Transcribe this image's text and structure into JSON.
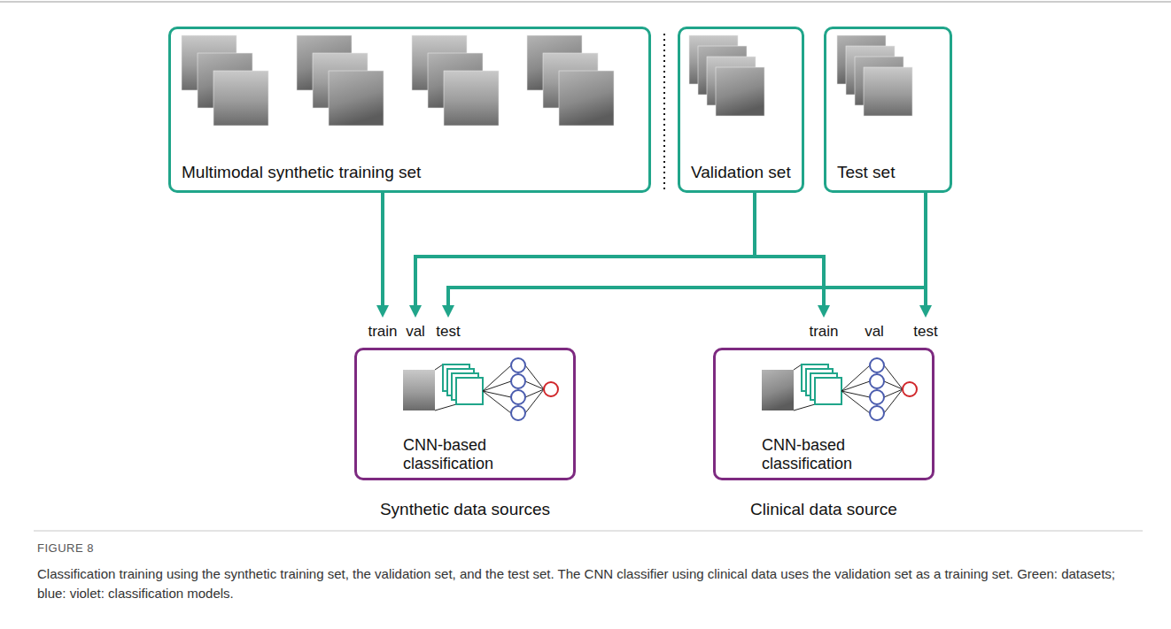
{
  "diagram": {
    "caption": "Classification training using the synthetic training set, the validation set, and the test set. The CNN classifier using clinical data uses the validation set as a training set. Green: datasets; blue: violet: classification models.",
    "nodes": [
      {
        "text": [
          "Multimodal synthetic training set"
        ]
      },
      {
        "text": [
          "Validation set"
        ]
      },
      {
        "text": [
          "Test set"
        ]
      },
      {
        "text": [
          "CNN-based classification",
          "Synthetic data sources"
        ]
      },
      {
        "text": [
          "CNN-based classification",
          "Clinical data source"
        ]
      }
    ],
    "edges": [
      {
        "from": 0,
        "to": 3,
        "arrow": "to"
      },
      {
        "from": 1,
        "to": 3,
        "arrow": "to"
      },
      {
        "from": 1,
        "to": 4,
        "arrow": "to"
      },
      {
        "from": 2,
        "to": 3,
        "arrow": "to"
      },
      {
        "from": 2,
        "to": 4,
        "arrow": "to"
      }
    ],
    "labels": [
      "train",
      "val",
      "test",
      "train",
      "val",
      "test",
      "FIGURE 8"
    ]
  }
}
